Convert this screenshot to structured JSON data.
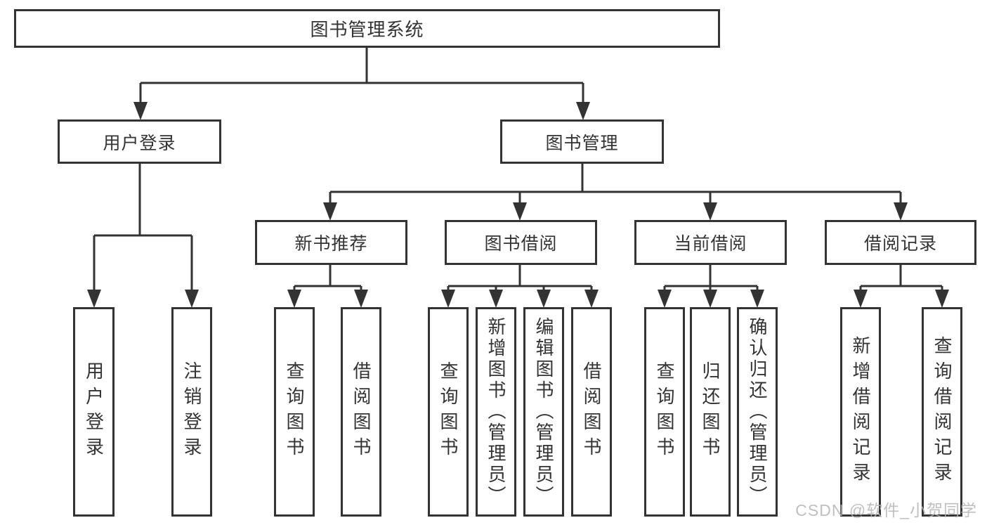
{
  "diagram": {
    "root": {
      "label": "图书管理系统"
    },
    "level2": [
      {
        "id": "user-login",
        "label": "用户登录"
      },
      {
        "id": "book-management",
        "label": "图书管理"
      }
    ],
    "level3": [
      {
        "id": "new-book-recommend",
        "label": "新书推荐"
      },
      {
        "id": "book-borrow",
        "label": "图书借阅"
      },
      {
        "id": "current-borrow",
        "label": "当前借阅"
      },
      {
        "id": "borrow-record",
        "label": "借阅记录"
      }
    ],
    "leaves": {
      "user_login": [
        "用户登录",
        "注销登录"
      ],
      "new_book_recommend": [
        "查询图书",
        "借阅图书"
      ],
      "book_borrow": [
        "查询图书",
        "新增图书（管理员）",
        "编辑图书（管理员）",
        "借阅图书"
      ],
      "current_borrow": [
        "查询图书",
        "归还图书",
        "确认归还（管理员）"
      ],
      "borrow_record": [
        "新增借阅记录",
        "查询借阅记录"
      ]
    }
  },
  "watermark": {
    "text": "CSDN @软件_小贺同学"
  },
  "colors": {
    "line": "#333333",
    "border": "#333333",
    "text": "#333333",
    "watermark": "#b5b5b5",
    "background": "#ffffff"
  }
}
